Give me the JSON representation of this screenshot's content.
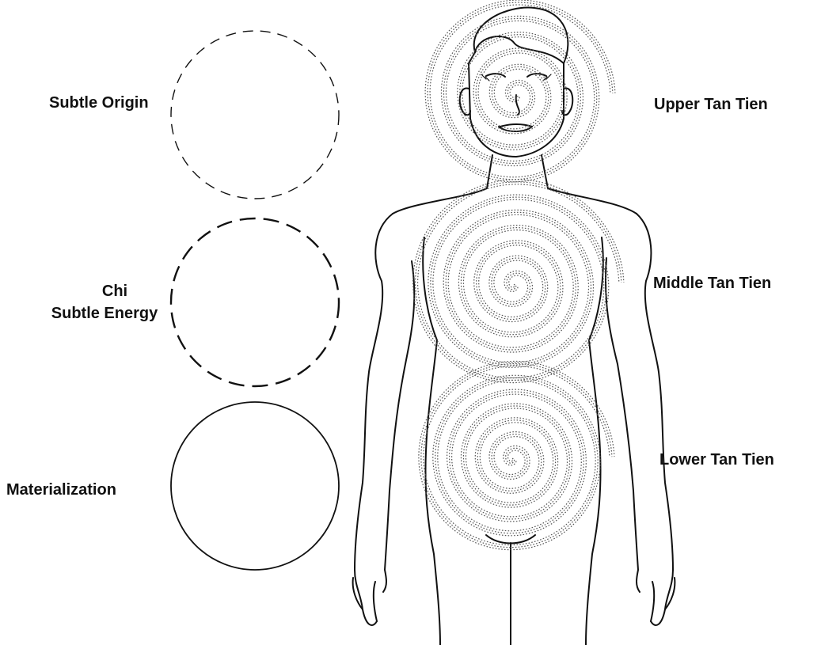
{
  "left_labels": {
    "subtle_origin": "Subtle Origin",
    "chi_line1": "Chi",
    "chi_line2": "Subtle Energy",
    "materialization": "Materialization"
  },
  "right_labels": {
    "upper": "Upper Tan Tien",
    "middle": "Middle Tan Tien",
    "lower": "Lower Tan Tien"
  },
  "colors": {
    "ink": "#111111",
    "dots": "#555555"
  }
}
